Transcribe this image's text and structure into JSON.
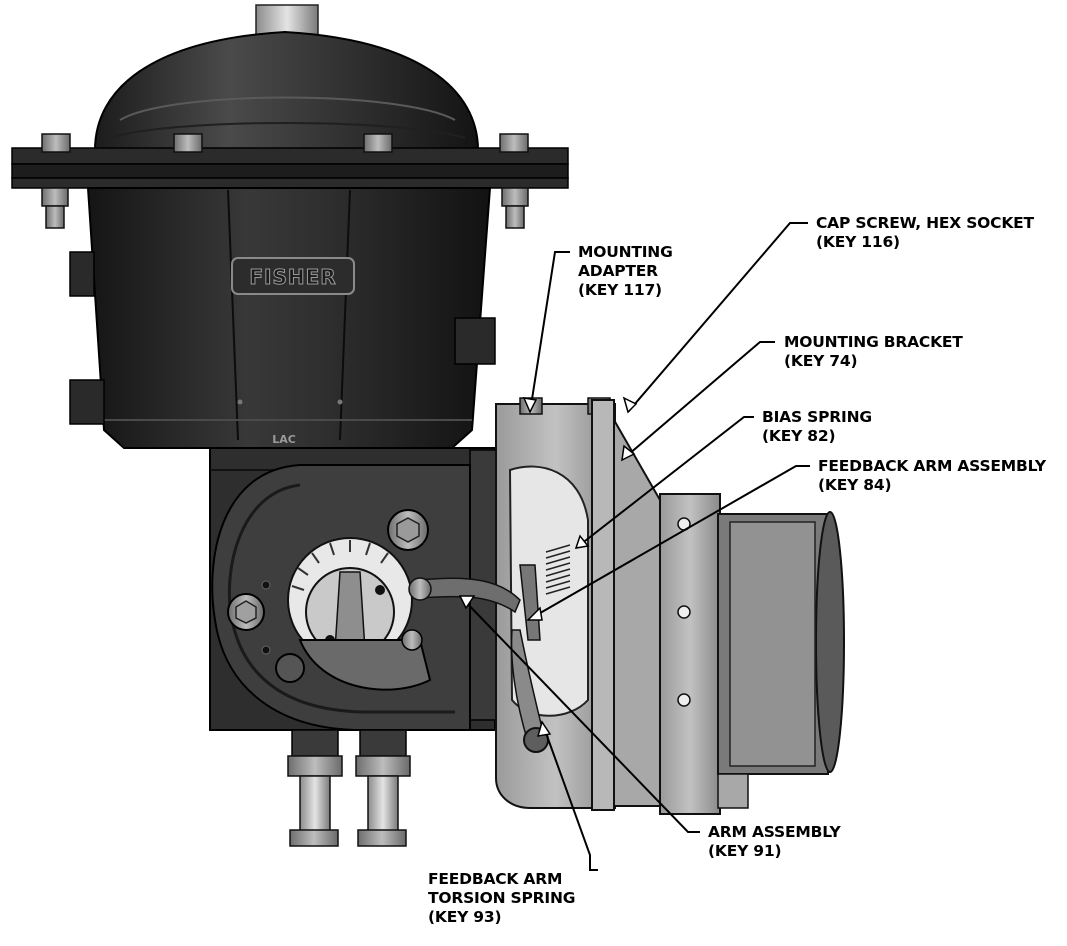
{
  "product_marking": {
    "logo_text": "FISHER",
    "plate_text": "LAC"
  },
  "callouts": [
    {
      "id": "cap-screw",
      "lines": [
        "CAP SCREW, HEX SOCKET",
        "(KEY 116)"
      ]
    },
    {
      "id": "mounting-adapter",
      "lines": [
        "MOUNTING",
        "ADAPTER",
        "(KEY 117)"
      ]
    },
    {
      "id": "mounting-bracket",
      "lines": [
        "MOUNTING BRACKET",
        "(KEY 74)"
      ]
    },
    {
      "id": "bias-spring",
      "lines": [
        "BIAS SPRING",
        "(KEY 82)"
      ]
    },
    {
      "id": "feedback-arm",
      "lines": [
        "FEEDBACK ARM ASSEMBLY",
        "(KEY 84)"
      ]
    },
    {
      "id": "arm-assembly",
      "lines": [
        "ARM ASSEMBLY",
        "(KEY 91)"
      ]
    },
    {
      "id": "torsion-spring",
      "lines": [
        "FEEDBACK ARM",
        "TORSION SPRING",
        "(KEY 93)"
      ]
    }
  ]
}
